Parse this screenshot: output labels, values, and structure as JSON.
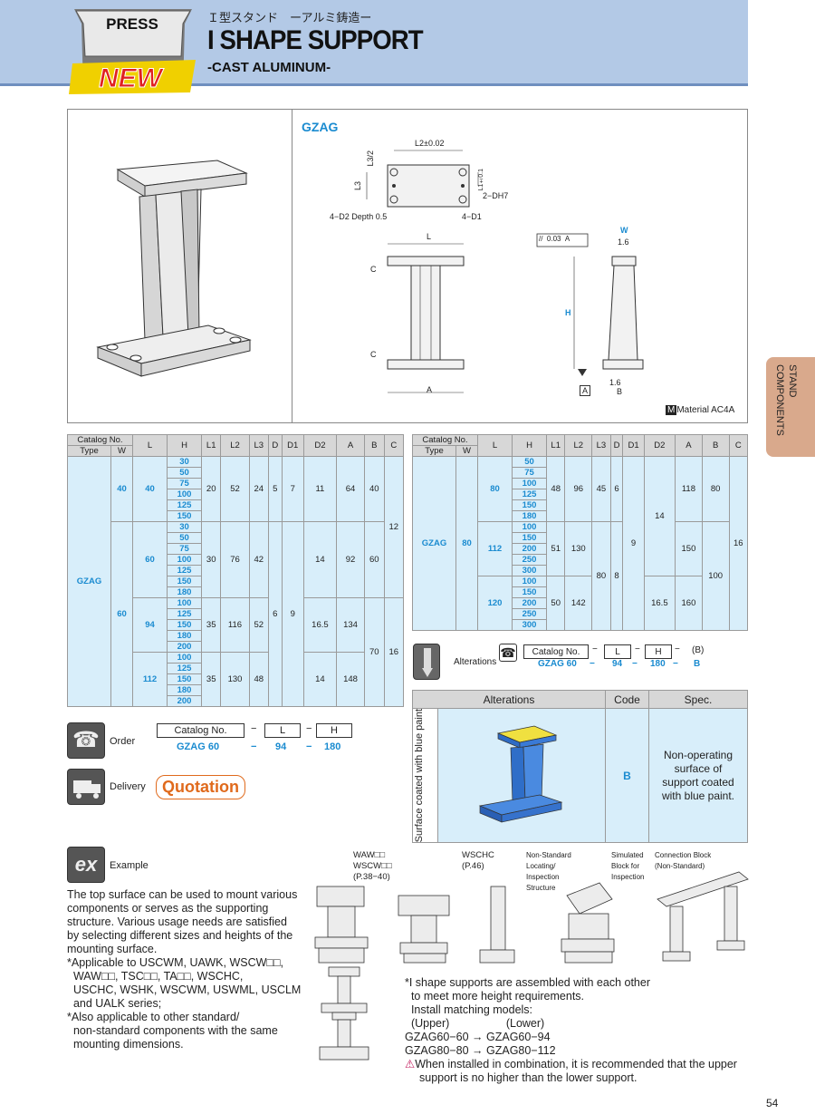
{
  "header": {
    "badge_top": "PRESS",
    "badge_bottom": "NEW",
    "jp": "Ｉ型スタンド　ーアルミ鋳造ー",
    "title": "I SHAPE SUPPORT",
    "subtitle": "-CAST ALUMINUM-"
  },
  "sidetab": {
    "line1": "STAND",
    "line2": "COMPONENTS"
  },
  "drawing": {
    "model": "GZAG",
    "material_mark": "M",
    "material": "Material  AC4A",
    "dims": {
      "l2": "L2±0.02",
      "l3half": "L3/2",
      "l3": "L3",
      "l1": "L1±0.1",
      "dh7": "2−DH7",
      "d2": "4−D2 Depth 0.5",
      "d1": "4−D1",
      "L": "L",
      "C": "C",
      "A": "A",
      "W": "W",
      "H": "H",
      "B": "B",
      "flat": "0.03",
      "flatref": "A",
      "r16": "1.6",
      "r16b": "1.6",
      "aref": "A"
    }
  },
  "left_table": {
    "headers": {
      "catalog": "Catalog No.",
      "type": "Type",
      "w": "W",
      "L": "L",
      "H": "H",
      "L1": "L1",
      "L2": "L2",
      "L3": "L3",
      "D": "D",
      "D1": "D1",
      "D2": "D2",
      "A": "A",
      "B": "B",
      "C": "C"
    },
    "type": "GZAG",
    "w40": "40",
    "w60": "60",
    "r1": {
      "L": "40",
      "H": [
        "30",
        "50",
        "75",
        "100",
        "125",
        "150"
      ],
      "L1": "20",
      "L2": "52",
      "L3": "24",
      "D": "5",
      "D1": "7",
      "D2": "11",
      "A": "64",
      "B": "40"
    },
    "r2": {
      "L": "60",
      "H": [
        "30",
        "50",
        "75",
        "100",
        "125",
        "150",
        "180"
      ],
      "L1": "30",
      "L2": "76",
      "L3": "42",
      "D2": "14",
      "A": "92",
      "B": "60"
    },
    "r3": {
      "L": "94",
      "H": [
        "100",
        "125",
        "150",
        "180",
        "200"
      ],
      "L1": "35",
      "L2": "116",
      "L3": "52",
      "D2": "16.5",
      "A": "134"
    },
    "r4": {
      "L": "112",
      "H": [
        "100",
        "125",
        "150",
        "180",
        "200"
      ],
      "L1": "35",
      "L2": "130",
      "L3": "48",
      "D2": "14",
      "A": "148"
    },
    "D_shared": "6",
    "D1_shared": "9",
    "B_shared": "70",
    "C_top": "12",
    "C_bot": "16"
  },
  "right_table": {
    "headers": {
      "catalog": "Catalog No.",
      "type": "Type",
      "w": "W",
      "L": "L",
      "H": "H",
      "L1": "L1",
      "L2": "L2",
      "L3": "L3",
      "D": "D",
      "D1": "D1",
      "D2": "D2",
      "A": "A",
      "B": "B",
      "C": "C"
    },
    "type": "GZAG",
    "w": "80",
    "r1": {
      "L": "80",
      "H": [
        "50",
        "75",
        "100",
        "125",
        "150",
        "180"
      ],
      "L1": "48",
      "L2": "96",
      "L3": "45",
      "D": "6",
      "A": "118",
      "B": "80"
    },
    "r2": {
      "L": "112",
      "H": [
        "100",
        "150",
        "200",
        "250",
        "300"
      ],
      "L1": "51",
      "L2": "130",
      "A": "150"
    },
    "r3": {
      "L": "120",
      "H": [
        "100",
        "150",
        "200",
        "250",
        "300"
      ],
      "L1": "50",
      "L2": "142",
      "D2": "16.5",
      "A": "160"
    },
    "L3_shared": "80",
    "D_shared": "8",
    "D1": "9",
    "D2_top": "14",
    "B_shared": "100",
    "C": "16"
  },
  "alterations": {
    "label": "Alterations",
    "order_headers": [
      "Catalog  No.",
      "L",
      "H",
      "(B)"
    ],
    "order_values": [
      "GZAG 60",
      "94",
      "180",
      "B"
    ],
    "table_headers": [
      "Alterations",
      "Code",
      "Spec."
    ],
    "vertical": "Surface coated with blue paint",
    "code": "B",
    "spec": "Non-operating surface of support coated with blue paint."
  },
  "order": {
    "label": "Order",
    "headers": [
      "Catalog  No.",
      "L",
      "H"
    ],
    "values": [
      "GZAG 60",
      "94",
      "180"
    ],
    "dash": "−"
  },
  "delivery": {
    "label": "Delivery",
    "value": "Quotation"
  },
  "example": {
    "label": "Example",
    "text": [
      "The top surface can be used to mount various",
      "components or serves as the supporting",
      "structure. Various usage needs are satisfied",
      "by selecting different sizes and heights of the",
      "mounting surface.",
      "*Applicable to USCWM, UAWK, WSCW□□,",
      "  WAW□□, TSC□□, TA□□, WSCHC,",
      "  USCHC, WSHK, WSCWM, USWML, USCLM",
      "  and UALK series;",
      "*Also applicable to other standard/",
      "  non-standard components with the same",
      "  mounting dimensions."
    ],
    "callouts": {
      "waw": "WAW□□",
      "wscw": "WSCW□□",
      "p1": "(P.38−40)",
      "wschc": "WSCHC",
      "p2": "(P.46)",
      "ns1": "Non-Standard",
      "ns2": "Locating/",
      "ns3": "Inspection",
      "ns4": "Structure",
      "sim1": "Simulated",
      "sim2": "Block for",
      "sim3": "Inspection",
      "con1": "Connection Block",
      "con2": "(Non-Standard)"
    },
    "notes": [
      "*I shape supports are assembled with each other",
      "  to meet more height requirements.",
      "  Install matching models:",
      "  (Upper)                  (Lower)"
    ],
    "m1u": "GZAG60−60",
    "m1l": "GZAG60−94",
    "m2u": "GZAG80−80",
    "m2l": "GZAG80−112",
    "warn": [
      "When installed in combination, it is recommended that the upper",
      "support is no higher than the lower support."
    ]
  },
  "page_number": "54"
}
